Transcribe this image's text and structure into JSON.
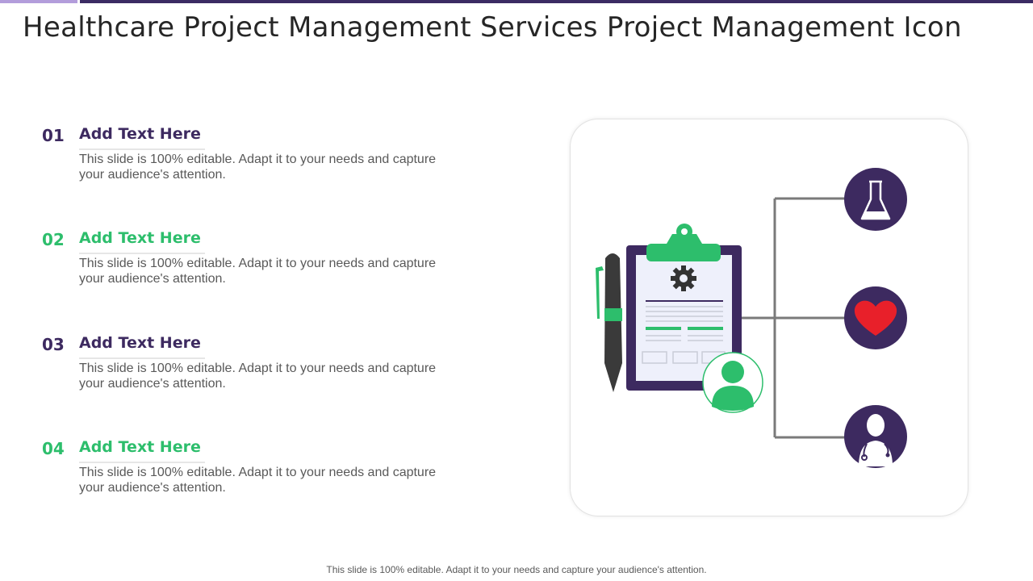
{
  "title": "Healthcare Project Management Services Project Management Icon",
  "items": [
    {
      "number": "01",
      "heading": "Add Text Here",
      "description": "This slide is 100% editable. Adapt it to your needs and capture your audience's attention."
    },
    {
      "number": "02",
      "heading": "Add Text Here",
      "description": "This slide is 100% editable. Adapt it to your needs and capture your audience's attention."
    },
    {
      "number": "03",
      "heading": "Add Text Here",
      "description": "This slide is 100% editable. Adapt it to your needs and capture your audience's attention."
    },
    {
      "number": "04",
      "heading": "Add Text Here",
      "description": "This slide is 100% editable. Adapt it to your needs and capture your audience's attention."
    }
  ],
  "illustration": {
    "icons": [
      "clipboard-icon",
      "pen-icon",
      "gear-icon",
      "user-avatar-icon",
      "flask-icon",
      "heart-icon",
      "doctor-icon"
    ]
  },
  "footer": "This slide is 100% editable. Adapt it to your needs and capture your audience's attention.",
  "colors": {
    "primary": "#3d2a60",
    "accent": "#2dbe6c",
    "heart": "#e8202a",
    "bar_light": "#b39ddb",
    "bar_dark": "#3b2b63"
  }
}
